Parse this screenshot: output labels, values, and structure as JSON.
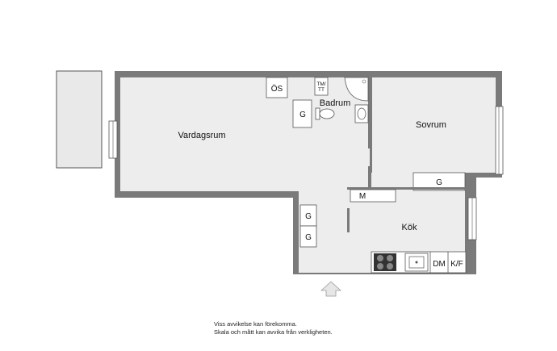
{
  "rooms": {
    "vardagsrum": "Vardagsrum",
    "badrum": "Badrum",
    "sovrum": "Sovrum",
    "kok": "Kök"
  },
  "fixtures": {
    "os": "ÖS",
    "tm": "TM/",
    "tt": "TT",
    "g": "G",
    "m": "M",
    "dm": "DM",
    "kf": "K/F"
  },
  "disclaimer": {
    "line1": "Viss avvikelse kan förekomma.",
    "line2": "Skala och mått kan avvika från verkligheten."
  },
  "colors": {
    "wall": "#7a7a7a",
    "floor": "#ededed",
    "balcony": "#e9e9e9",
    "line": "#555555"
  },
  "icons": [
    "entrance-arrow-icon",
    "stove-icon",
    "sink-icon",
    "toilet-icon",
    "shower-icon",
    "washbasin-icon"
  ]
}
